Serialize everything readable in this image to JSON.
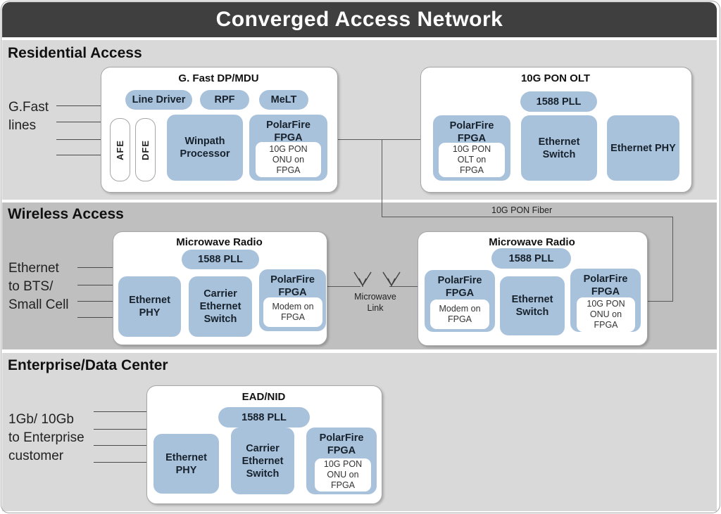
{
  "page_title": "Converged Access Network",
  "colors": {
    "header_bg": "#3f3f3f",
    "header_text": "#ffffff",
    "section_light_bg": "#d9d9d9",
    "section_dark_bg": "#bfbfbf",
    "block_blue": "#a9c2dc",
    "box_border": "#a6a6a6",
    "line": "#595959"
  },
  "sections": {
    "residential": {
      "heading": "Residential Access",
      "side_label": "G.Fast\nlines"
    },
    "wireless": {
      "heading": "Wireless Access",
      "side_label": "Ethernet\nto BTS/\nSmall Cell"
    },
    "enterprise": {
      "heading": "Enterprise/Data Center",
      "side_label": "1Gb/ 10Gb\nto Enterprise\ncustomer"
    }
  },
  "gfast": {
    "title": "G. Fast DP/MDU",
    "line_driver": "Line Driver",
    "rpf": "RPF",
    "melt": "MeLT",
    "afe": "AFE",
    "dfe": "DFE",
    "winpath": "Winpath\nProcessor",
    "polarfire_title": "PolarFire\nFPGA",
    "polarfire_sub": "10G PON\nONU on\nFPGA"
  },
  "olt": {
    "title": "10G PON OLT",
    "pll": "1588 PLL",
    "polarfire_title": "PolarFire\nFPGA",
    "polarfire_sub": "10G PON\nOLT on\nFPGA",
    "ethernet_switch": "Ethernet\nSwitch",
    "ethernet_phy": "Ethernet PHY"
  },
  "mw_left": {
    "title": "Microwave Radio",
    "pll": "1588 PLL",
    "ethernet_phy": "Ethernet\nPHY",
    "carrier_switch": "Carrier\nEthernet\nSwitch",
    "polarfire_title": "PolarFire\nFPGA",
    "polarfire_sub": "Modem on\nFPGA"
  },
  "mw_right": {
    "title": "Microwave Radio",
    "pll": "1588 PLL",
    "polarfire_left_title": "PolarFire\nFPGA",
    "polarfire_left_sub": "Modem on\nFPGA",
    "ethernet_switch": "Ethernet\nSwitch",
    "polarfire_right_title": "PolarFire\nFPGA",
    "polarfire_right_sub": "10G PON\nONU on\nFPGA"
  },
  "ead": {
    "title": "EAD/NID",
    "pll": "1588 PLL",
    "ethernet_phy": "Ethernet\nPHY",
    "carrier_switch": "Carrier\nEthernet\nSwitch",
    "polarfire_title": "PolarFire\nFPGA",
    "polarfire_sub": "10G PON\nONU on\nFPGA"
  },
  "connections": {
    "fiber_label": "10G PON Fiber",
    "microwave_link_label": "Microwave\nLink"
  }
}
